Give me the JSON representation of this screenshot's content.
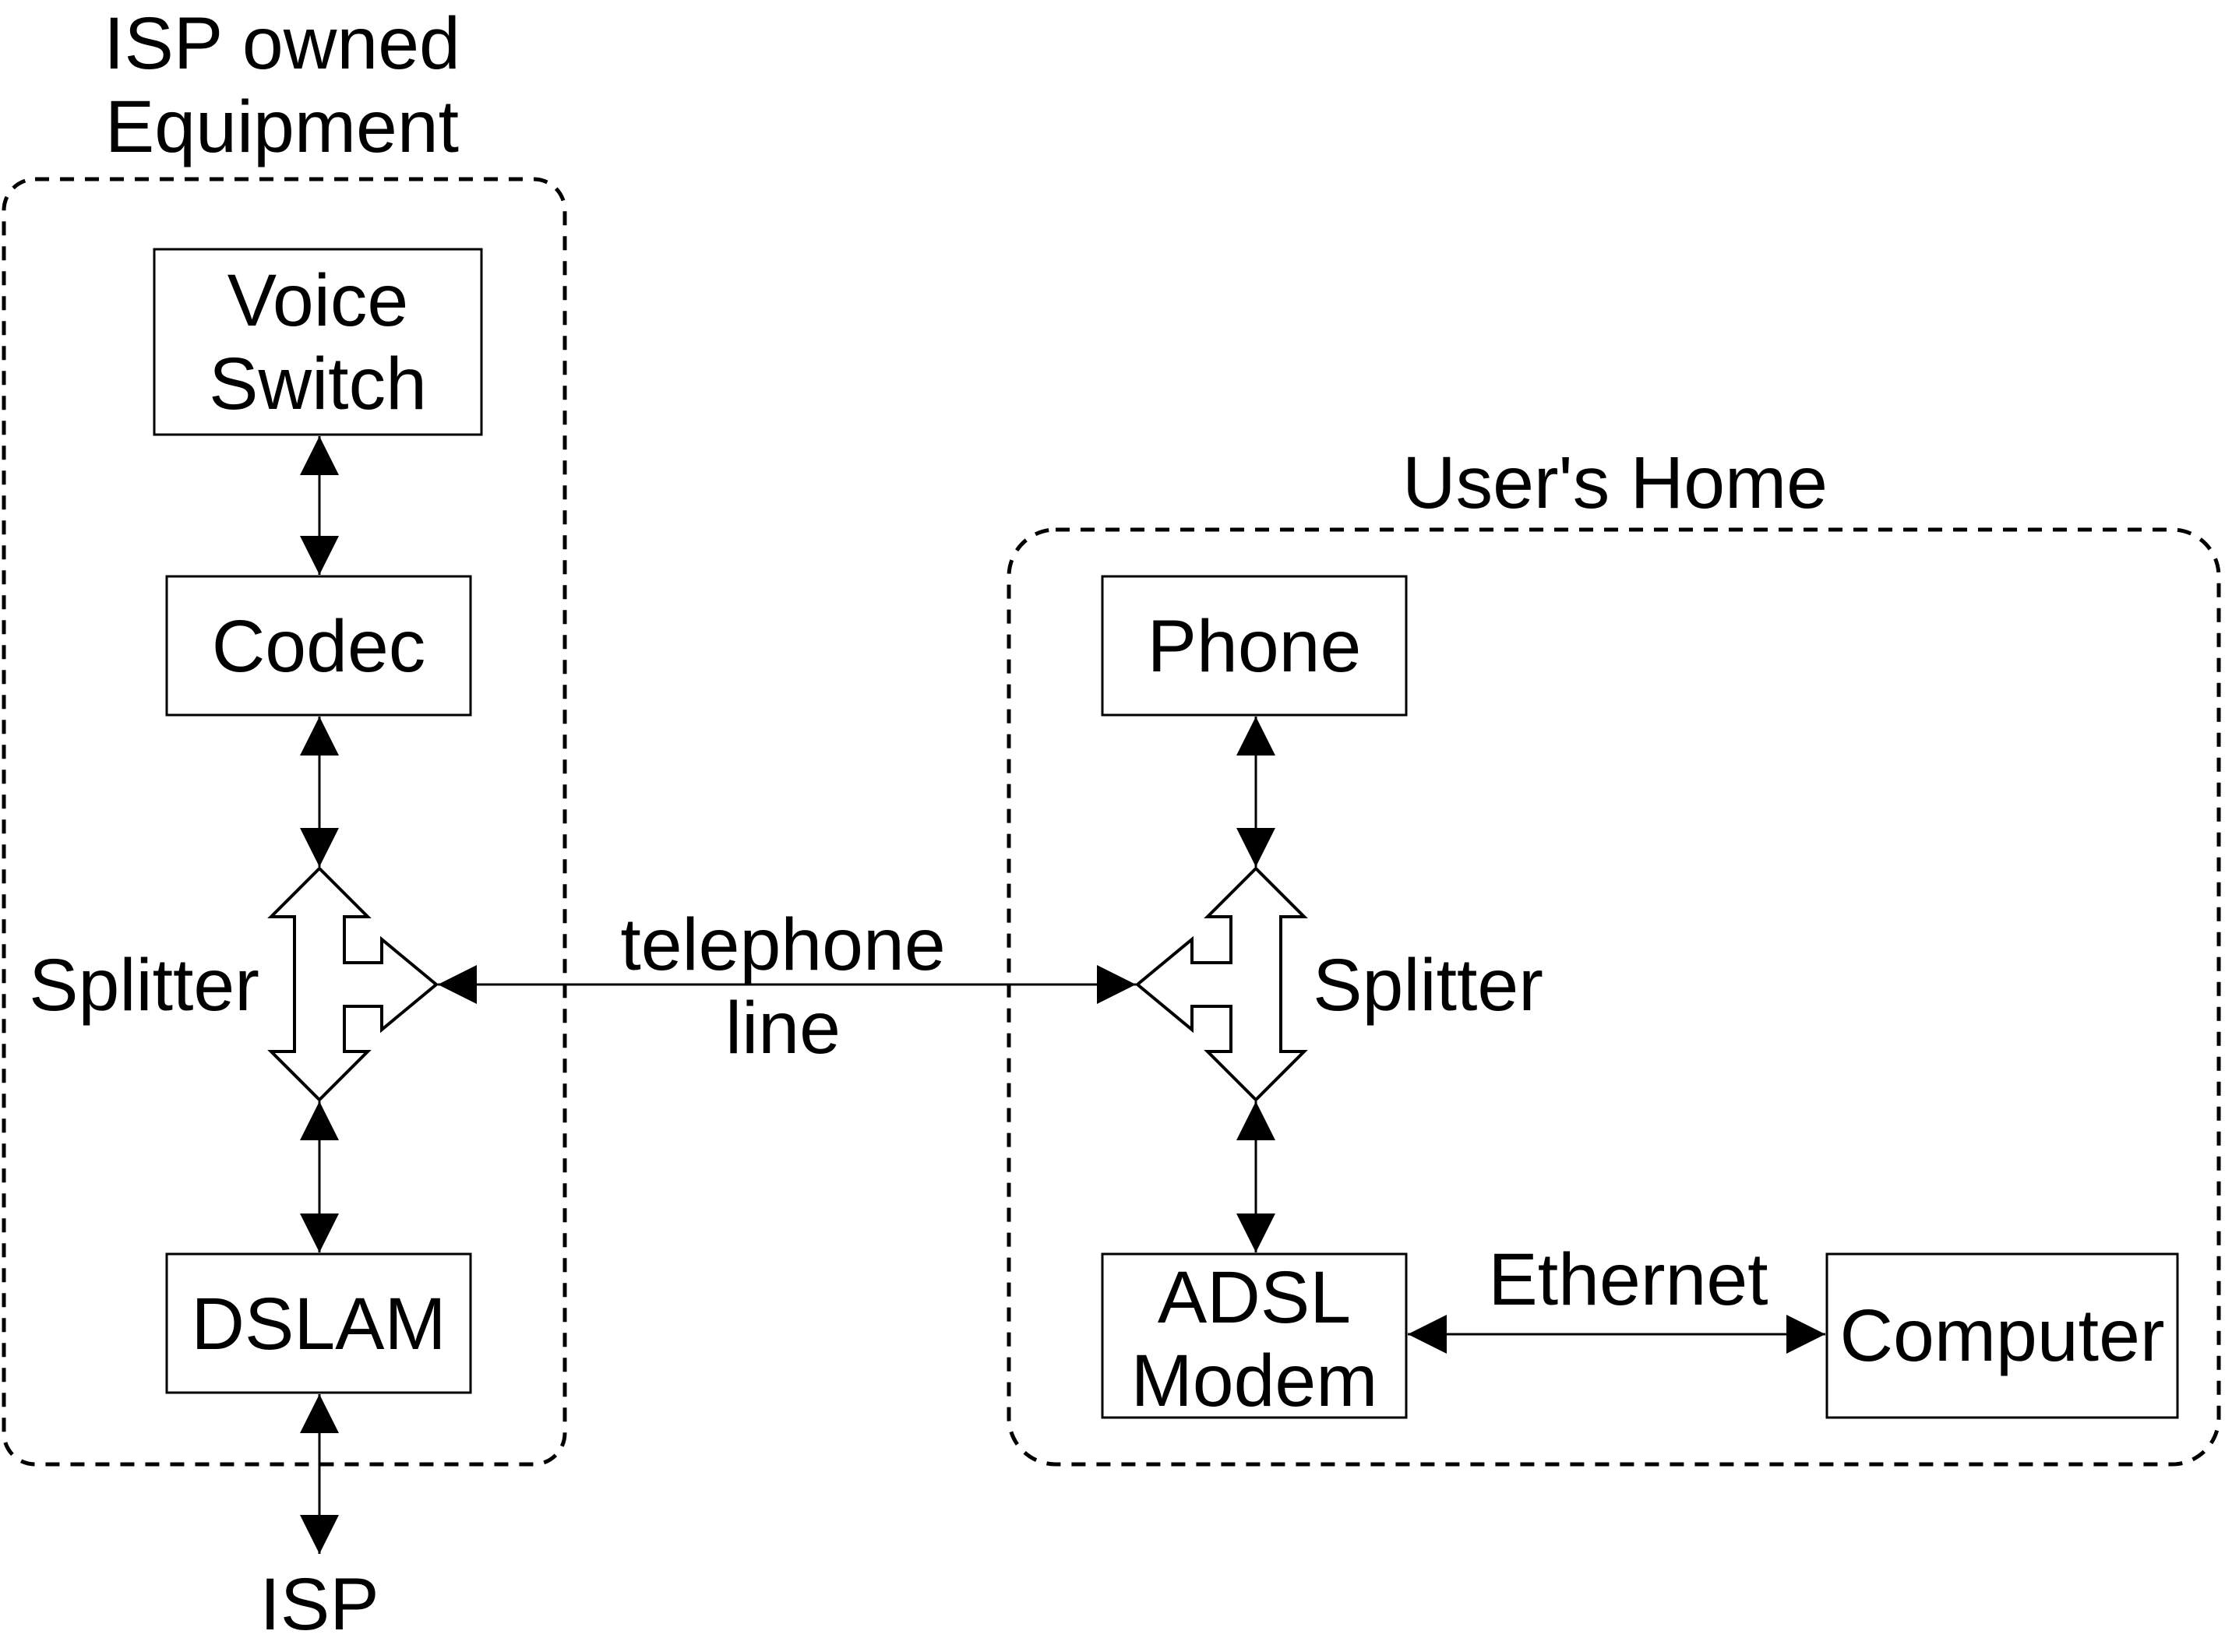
{
  "groups": {
    "isp": {
      "title_line1": "ISP owned",
      "title_line2": "Equipment"
    },
    "home": {
      "title": "User's Home"
    }
  },
  "nodes": {
    "voice_switch": {
      "line1": "Voice",
      "line2": "Switch"
    },
    "codec": {
      "label": "Codec"
    },
    "dslam": {
      "label": "DSLAM"
    },
    "phone": {
      "label": "Phone"
    },
    "adsl_modem": {
      "line1": "ADSL",
      "line2": "Modem"
    },
    "computer": {
      "label": "Computer"
    }
  },
  "splitters": {
    "isp": {
      "label": "Splitter"
    },
    "home": {
      "label": "Splitter"
    }
  },
  "edges": {
    "telephone_line": {
      "line1": "telephone",
      "line2": "line"
    },
    "ethernet": {
      "label": "Ethernet"
    }
  },
  "external": {
    "isp": {
      "label": "ISP"
    }
  },
  "colors": {
    "stroke": "#000000",
    "background": "#ffffff"
  }
}
